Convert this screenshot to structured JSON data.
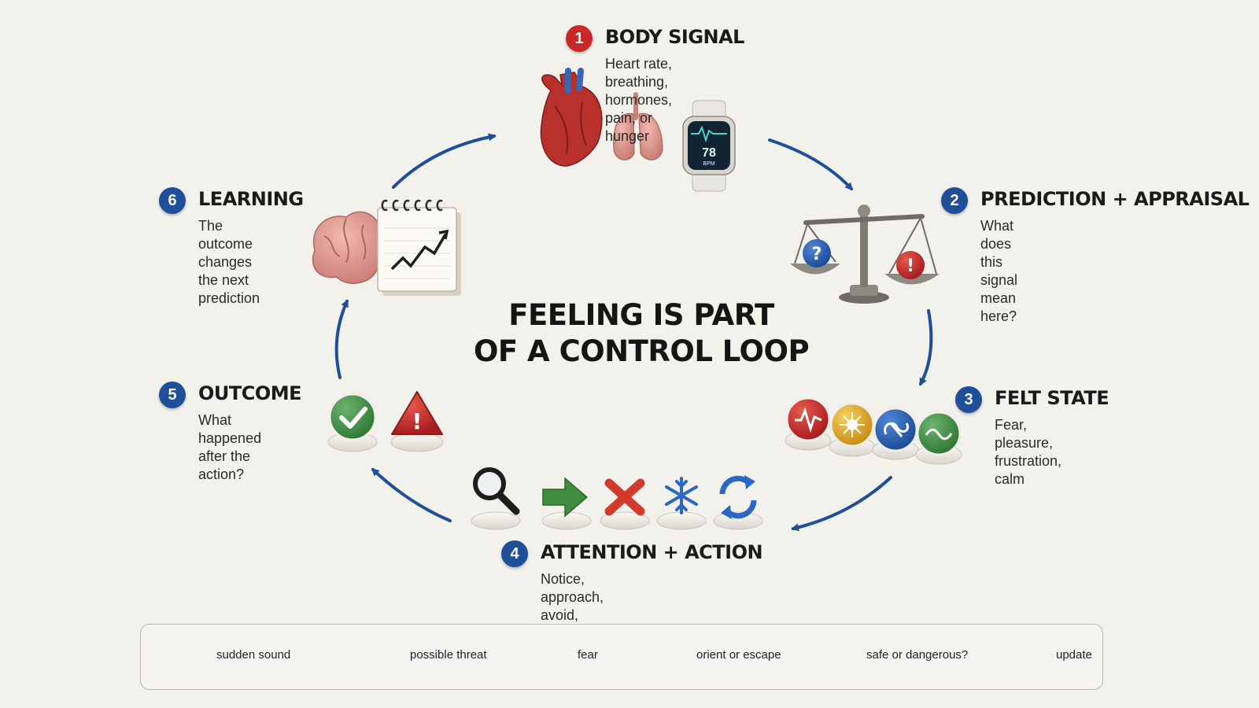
{
  "title_line1": "FEELING IS PART",
  "title_line2": "OF A CONTROL LOOP",
  "steps": [
    {
      "number": "1",
      "title": "BODY SIGNAL",
      "line1": "Heart rate, breathing,",
      "line2": "hormones, pain, or hunger",
      "color": "#c8282a"
    },
    {
      "number": "2",
      "title": "PREDICTION + APPRAISAL",
      "line1": "What does this",
      "line2": "signal mean here?",
      "color": "#1f4f99"
    },
    {
      "number": "3",
      "title": "FELT STATE",
      "line1": "Fear, pleasure,",
      "line2": "frustration, calm",
      "color": "#1f4f99"
    },
    {
      "number": "4",
      "title": "ATTENTION + ACTION",
      "line1": "Notice, approach,",
      "line2": "avoid, freeze, or try again",
      "color": "#1f4f99"
    },
    {
      "number": "5",
      "title": "OUTCOME",
      "line1": "What happened",
      "line2": "after the action?",
      "color": "#1f4f99"
    },
    {
      "number": "6",
      "title": "LEARNING",
      "line1": "The outcome",
      "line2": "changes the next",
      "line3": "prediction",
      "color": "#1f4f99"
    }
  ],
  "watch_bpm": "78",
  "watch_unit": "BPM",
  "chain": [
    "sudden sound",
    "possible threat",
    "fear",
    "orient or escape",
    "safe or dangerous?",
    "update"
  ],
  "icons": {
    "body_signal": [
      "heart-icon",
      "lungs-icon",
      "smartwatch-icon"
    ],
    "appraisal": [
      "scale-icon",
      "question-icon",
      "alert-icon"
    ],
    "felt_state": [
      "pulse-icon",
      "sun-icon",
      "tangle-icon",
      "wave-icon"
    ],
    "action": [
      "magnifier-icon",
      "arrow-right-icon",
      "cross-icon",
      "snowflake-icon",
      "retry-icon"
    ],
    "outcome": [
      "check-icon",
      "warning-icon"
    ],
    "learning": [
      "brain-icon",
      "notepad-chart-icon"
    ],
    "chain": [
      "megaphone-icon",
      "thought-bubble-icon",
      "pulse-icon",
      "running-person-icon",
      "shield-icon",
      "calendar-refresh-icon"
    ]
  },
  "colors": {
    "accent_blue": "#1f4f99",
    "accent_red": "#c8282a",
    "green": "#3a8a3f",
    "yellow": "#e0a825"
  }
}
